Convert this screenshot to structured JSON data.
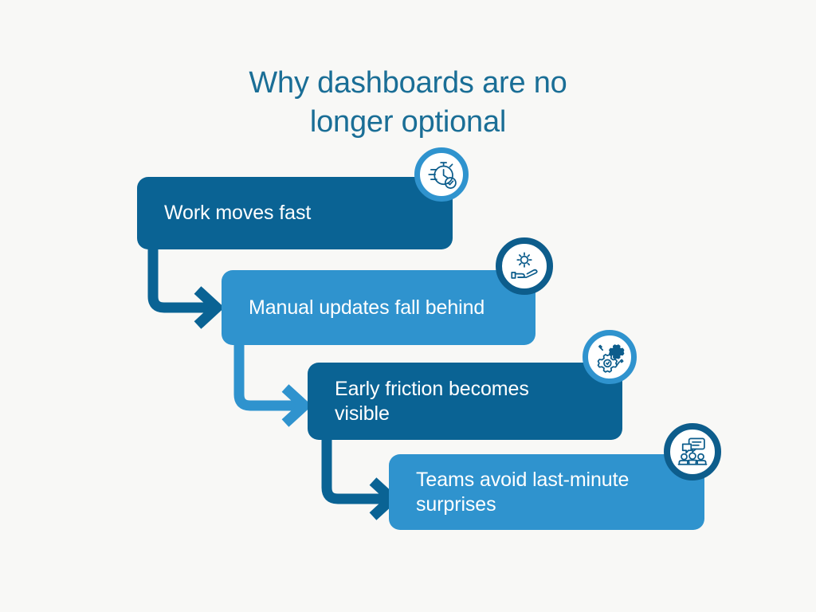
{
  "page": {
    "background_color": "#f8f8f6",
    "title": "Why dashboards are no\nlonger optional",
    "title_color": "#1a6e96"
  },
  "palette": {
    "dark_blue": "#0a6394",
    "light_blue": "#2f93ce",
    "ring_dark": "#0d5d8c",
    "ring_light": "#2f93ce",
    "icon_stroke": "#0d5d8c",
    "text_on_box": "#ffffff"
  },
  "flow": {
    "type": "sequential-steps",
    "steps": [
      {
        "index": 1,
        "label": "Work moves fast",
        "box_color": "#0a6394",
        "icon_name": "stopwatch-check-icon",
        "icon_ring_color": "#2f93ce"
      },
      {
        "index": 2,
        "label": "Manual updates fall behind",
        "box_color": "#2f93ce",
        "icon_name": "hand-holding-gear-icon",
        "icon_ring_color": "#0d5d8c"
      },
      {
        "index": 3,
        "label": "Early friction becomes\nvisible",
        "box_color": "#0a6394",
        "icon_name": "gears-tools-icon",
        "icon_ring_color": "#2f93ce"
      },
      {
        "index": 4,
        "label": "Teams avoid last-minute\nsurprises",
        "box_color": "#2f93ce",
        "icon_name": "team-meeting-chat-icon",
        "icon_ring_color": "#0d5d8c"
      }
    ],
    "connectors": [
      {
        "from": 1,
        "to": 2,
        "color": "#0a6394",
        "shape": "elbow-down-right-arrow"
      },
      {
        "from": 2,
        "to": 3,
        "color": "#2f93ce",
        "shape": "elbow-down-right-arrow"
      },
      {
        "from": 3,
        "to": 4,
        "color": "#0a6394",
        "shape": "elbow-down-right-arrow"
      }
    ]
  }
}
